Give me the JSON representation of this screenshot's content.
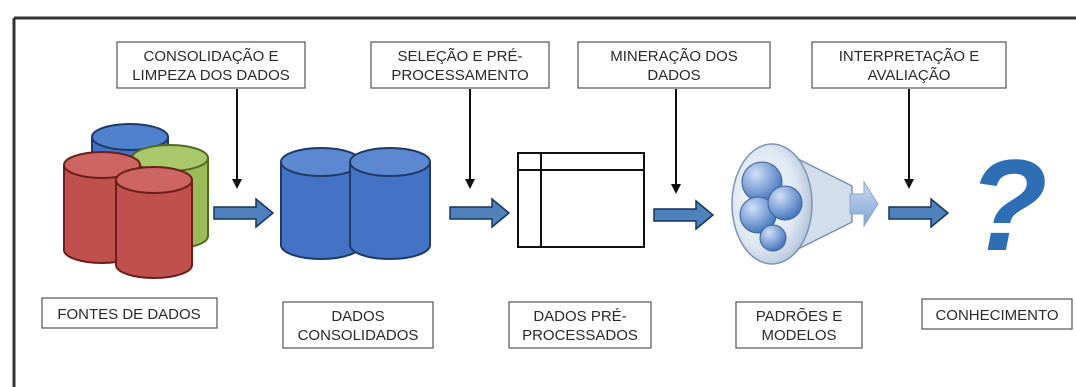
{
  "steps": [
    {
      "line1": "CONSOLIDAÇÃO E",
      "line2": "LIMPEZA DOS DADOS"
    },
    {
      "line1": "SELEÇÃO E PRÉ-",
      "line2": "PROCESSAMENTO"
    },
    {
      "line1": "MINERAÇÃO DOS",
      "line2": "DADOS"
    },
    {
      "line1": "INTERPRETAÇÃO E",
      "line2": "AVALIAÇÃO"
    }
  ],
  "stages": [
    {
      "line1": "FONTES DE DADOS",
      "line2": ""
    },
    {
      "line1": "DADOS",
      "line2": "CONSOLIDADOS"
    },
    {
      "line1": "DADOS PRÉ-",
      "line2": "PROCESSADOS"
    },
    {
      "line1": "PADRÕES E",
      "line2": "MODELOS"
    },
    {
      "line1": "CONHECIMENTO",
      "line2": ""
    }
  ],
  "colors": {
    "arrow": "#4f81bd",
    "db_blue": "#4472c4",
    "db_red": "#c0504d",
    "db_green": "#9bbb59",
    "question": "#2e6eb5",
    "box_border": "#555555",
    "frame": "#333333"
  },
  "icons": {
    "sources": "database-cylinders-icon",
    "consolidated": "database-cylinders-icon",
    "preprocessed": "table-grid-icon",
    "patterns": "funnel-icon",
    "knowledge": "question-mark-icon"
  }
}
